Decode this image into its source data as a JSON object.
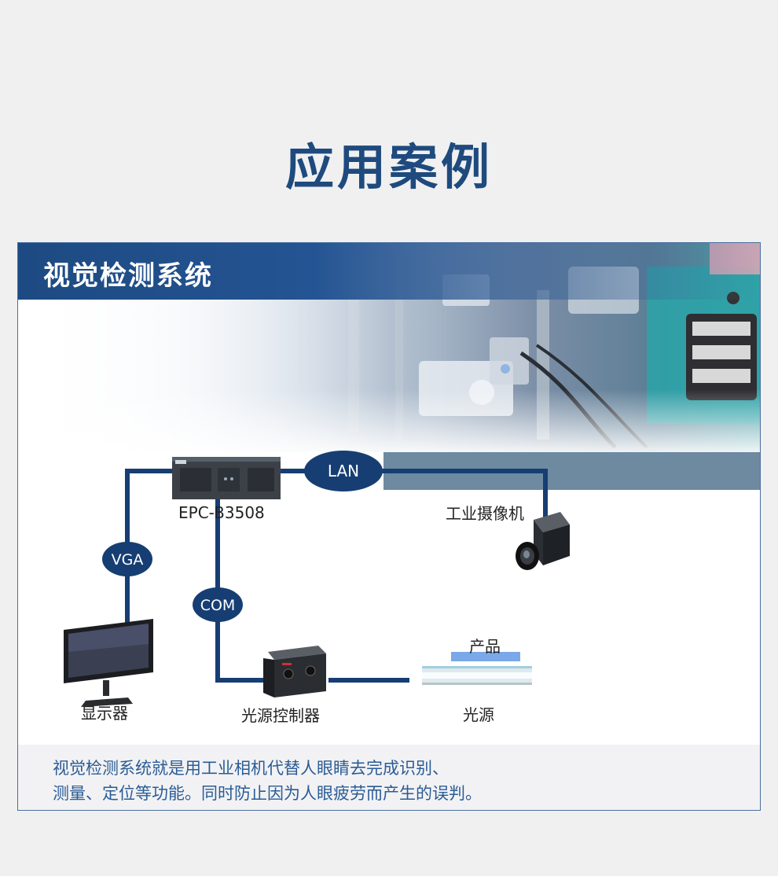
{
  "page_title": "应用案例",
  "card": {
    "header_title": "视觉检测系统",
    "nodes": {
      "controller": "EPC-B3508",
      "camera": "工业摄像机",
      "monitor": "显示器",
      "light_controller": "光源控制器",
      "light_source": "光源",
      "product": "产品"
    },
    "links": {
      "lan": "LAN",
      "vga": "VGA",
      "com": "COM"
    },
    "description": [
      "视觉检测系统就是用工业相机代替人眼睛去完成识别、",
      "测量、定位等功能。同时防止因为人眼疲劳而产生的误判。"
    ]
  },
  "colors": {
    "title": "#1e4a7e",
    "line": "#163e73",
    "description": "#2a5c96",
    "product_bar": "#7aa8e8"
  }
}
